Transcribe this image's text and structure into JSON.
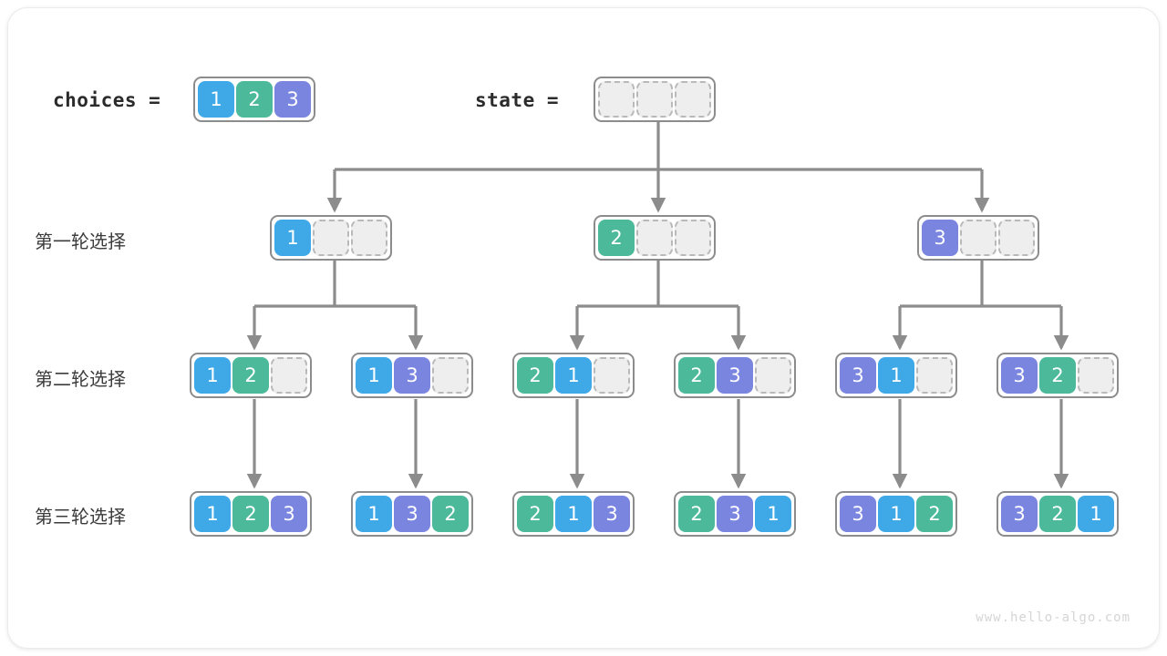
{
  "diagram": {
    "title_labels": {
      "choices": "choices =",
      "state": "state ="
    },
    "round_labels": [
      "第一轮选择",
      "第二轮选择",
      "第三轮选择"
    ],
    "watermark": "www.hello-algo.com",
    "colors": {
      "value_1": "#3fa9e8",
      "value_2": "#4bb99a",
      "value_3": "#7a85e0",
      "empty_cell_fill": "#eeeeee",
      "empty_cell_border": "#b9b9b9",
      "array_border": "#8c8c8c",
      "edge": "#8c8c8c",
      "card_background": "#ffffff",
      "text": "#2b2b2b"
    },
    "choices_array": [
      "1",
      "2",
      "3"
    ],
    "state_array": [
      "",
      "",
      ""
    ],
    "level1": [
      {
        "cells": [
          "1",
          "",
          ""
        ]
      },
      {
        "cells": [
          "2",
          "",
          ""
        ]
      },
      {
        "cells": [
          "3",
          "",
          ""
        ]
      }
    ],
    "level2": [
      {
        "cells": [
          "1",
          "2",
          ""
        ]
      },
      {
        "cells": [
          "1",
          "3",
          ""
        ]
      },
      {
        "cells": [
          "2",
          "1",
          ""
        ]
      },
      {
        "cells": [
          "2",
          "3",
          ""
        ]
      },
      {
        "cells": [
          "3",
          "1",
          ""
        ]
      },
      {
        "cells": [
          "3",
          "2",
          ""
        ]
      }
    ],
    "level3": [
      {
        "cells": [
          "1",
          "2",
          "3"
        ]
      },
      {
        "cells": [
          "1",
          "3",
          "2"
        ]
      },
      {
        "cells": [
          "2",
          "1",
          "3"
        ]
      },
      {
        "cells": [
          "2",
          "3",
          "1"
        ]
      },
      {
        "cells": [
          "3",
          "1",
          "2"
        ]
      },
      {
        "cells": [
          "3",
          "2",
          "1"
        ]
      }
    ]
  }
}
